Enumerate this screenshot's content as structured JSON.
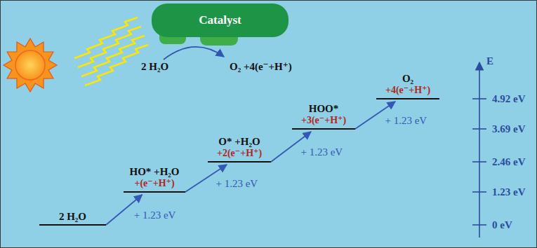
{
  "diagram": {
    "nodes": [
      {
        "text": [
          "Catalyst"
        ]
      },
      {
        "text": [
          "2 H₂O"
        ]
      },
      {
        "text": [
          "HO* +H₂O",
          "+(e⁻+H⁺)"
        ]
      },
      {
        "text": [
          "O* +H₂O",
          "+2(e⁻+H⁺)"
        ]
      },
      {
        "text": [
          "HOO*",
          "+3(e⁻+H⁺)"
        ]
      },
      {
        "text": [
          "O₂",
          "+4(e⁻+H⁺)"
        ]
      }
    ],
    "edges": [
      {
        "from": 1,
        "to": 2,
        "arrow": "to",
        "label": "+ 1.23 eV"
      },
      {
        "from": 2,
        "to": 3,
        "arrow": "to",
        "label": "+ 1.23 eV"
      },
      {
        "from": 3,
        "to": 4,
        "arrow": "to",
        "label": "+ 1.23 eV"
      },
      {
        "from": 4,
        "to": 5,
        "arrow": "to",
        "label": "+ 1.23 eV"
      }
    ],
    "labels": [
      "2 H₂O",
      "O₂ +4(e⁻+H⁺)",
      "E",
      "4.92 eV",
      "3.69 eV",
      "2.46 eV",
      "1.23 eV",
      "0 eV"
    ]
  }
}
